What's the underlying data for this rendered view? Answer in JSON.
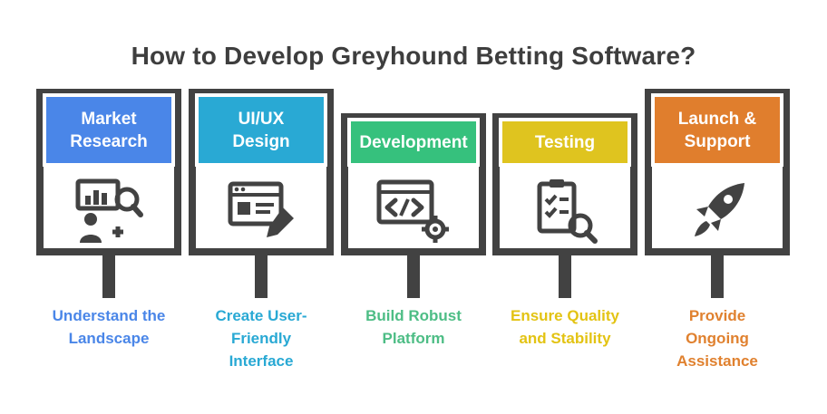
{
  "title": "How to Develop Greyhound Betting Software?",
  "colors": {
    "title": "#3e3e3e",
    "frame": "#424242",
    "background": "#ffffff"
  },
  "steps": [
    {
      "name": "market-research",
      "label": "Market Research",
      "label_lines": [
        "Market",
        "Research"
      ],
      "color": "#4a86e8",
      "icon": "market-research-icon",
      "caption": "Understand the Landscape",
      "caption_lines": [
        "Understand the",
        "Landscape"
      ],
      "caption_color": "#4a86e8"
    },
    {
      "name": "uiux-design",
      "label": "UI/UX Design",
      "label_lines": [
        "UI/UX",
        "Design"
      ],
      "color": "#29a9d4",
      "icon": "uiux-design-icon",
      "caption": "Create User-Friendly Interface",
      "caption_lines": [
        "Create User-",
        "Friendly",
        "Interface"
      ],
      "caption_color": "#29a9d4"
    },
    {
      "name": "development",
      "label": "Development",
      "label_lines": [
        "Development"
      ],
      "color": "#36c17d",
      "icon": "development-icon",
      "caption": "Build Robust Platform",
      "caption_lines": [
        "Build Robust",
        "Platform"
      ],
      "caption_color": "#4dbd85"
    },
    {
      "name": "testing",
      "label": "Testing",
      "label_lines": [
        "Testing"
      ],
      "color": "#dfc41f",
      "icon": "testing-icon",
      "caption": "Ensure Quality and Stability",
      "caption_lines": [
        "Ensure Quality",
        "and Stability"
      ],
      "caption_color": "#e3c313"
    },
    {
      "name": "launch-support",
      "label": "Launch & Support",
      "label_lines": [
        "Launch &",
        "Support"
      ],
      "color": "#e07e2d",
      "icon": "launch-support-icon",
      "caption": "Provide Ongoing Assistance",
      "caption_lines": [
        "Provide",
        "Ongoing",
        "Assistance"
      ],
      "caption_color": "#e0812f"
    }
  ]
}
